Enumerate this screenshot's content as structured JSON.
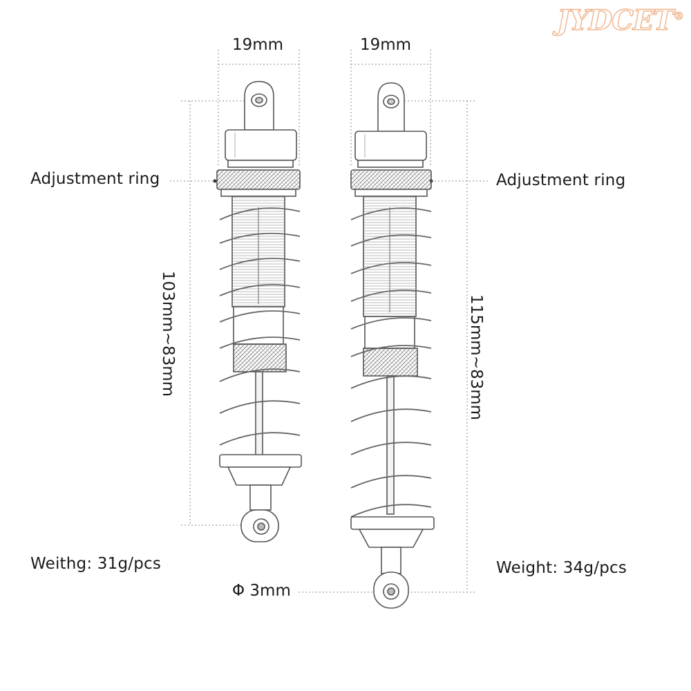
{
  "brand": {
    "logo_text": "JYDCET",
    "registered_mark": "®",
    "logo_color": "#f0b48c"
  },
  "shock_left": {
    "width_label": "19mm",
    "length_label": "103mm~83mm",
    "ring_label": "Adjustment ring",
    "weight_label": "Weithg: 31g/pcs"
  },
  "shock_right": {
    "width_label": "19mm",
    "length_label": "115mm~83mm",
    "ring_label": "Adjustment ring",
    "weight_label": "Weight: 34g/pcs"
  },
  "shaft_label": "Φ 3mm",
  "colors": {
    "line": "#555555",
    "dim_line": "#888888",
    "background": "#ffffff"
  }
}
